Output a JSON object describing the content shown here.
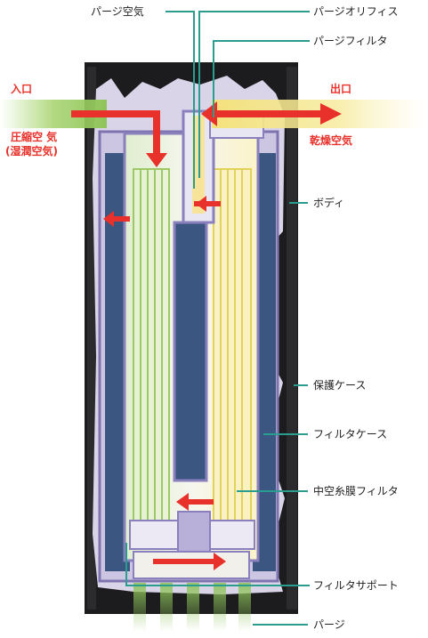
{
  "labels": {
    "purge_air": "パージ空気",
    "purge_orifice": "パージオリフィス",
    "purge_filter": "パージフィルタ",
    "inlet": "入口",
    "outlet": "出口",
    "compressed_air_line1": "圧縮空 気",
    "compressed_air_line2": "(湿潤空気)",
    "dry_air": "乾燥空気",
    "body": "ボディ",
    "protective_case": "保護ケース",
    "filter_case": "フィルタケース",
    "hollow_fiber_filter": "中空糸膜フィルタ",
    "filter_support": "フィルタサポート",
    "purge": "パージ"
  },
  "colors": {
    "leader_line": "#2a9d8f",
    "flow_arrow": "#e8312a",
    "label_red": "#e8312a",
    "body_dark": "#1c1c1e",
    "filter_blue": "#3b5680",
    "wet_flow": "#8fc45a",
    "dry_flow": "#f2e27a"
  }
}
